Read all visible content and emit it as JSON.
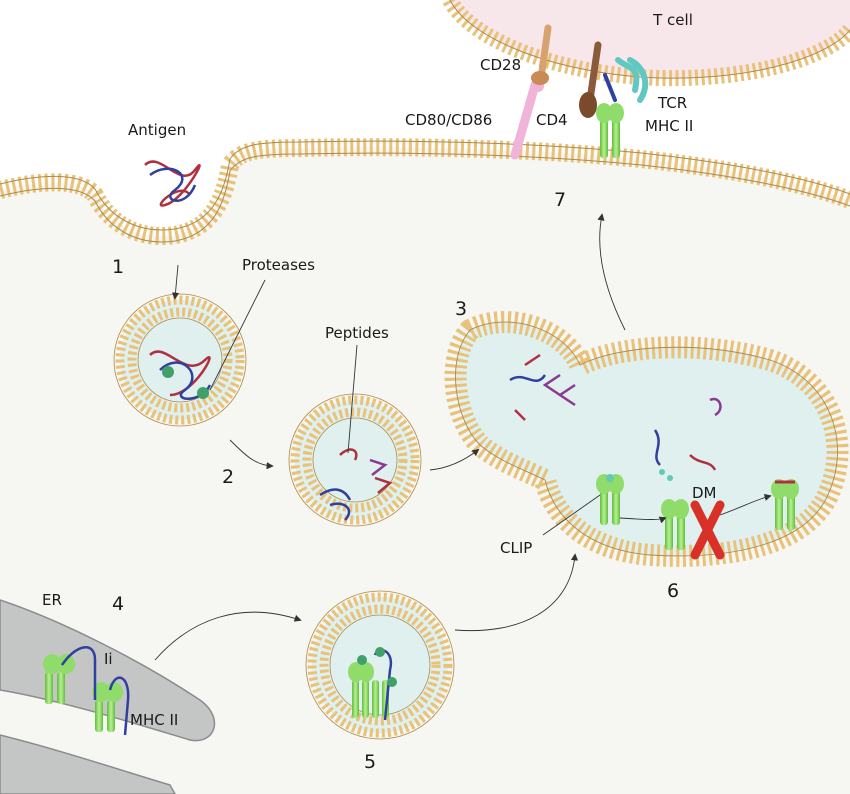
{
  "labels": {
    "t_cell": "T cell",
    "cd28": "CD28",
    "cd80_cd86": "CD80/CD86",
    "cd4": "CD4",
    "tcr": "TCR",
    "mhc2_top": "MHC II",
    "antigen": "Antigen",
    "proteases": "Proteases",
    "peptides": "Peptides",
    "clip": "CLIP",
    "dm": "DM",
    "er": "ER",
    "ii": "Ii",
    "mhc2_er": "MHC II"
  },
  "steps": {
    "s1": "1",
    "s2": "2",
    "s3": "3",
    "s4": "4",
    "s5": "5",
    "s6": "6",
    "s7": "7"
  },
  "colors": {
    "membrane_head": "#e8c27a",
    "membrane_edge": "#b08a45",
    "cytoplasm": "#f6f6f2",
    "vesicle_lumen": "#dff0ef",
    "t_cell_fill": "#f7e6ea",
    "er_fill": "#c4c6c6",
    "mhc_green": "#8fdc6a",
    "clip_teal": "#64c8b4",
    "dm_red": "#d83228",
    "peptide_red": "#b03040",
    "peptide_blue": "#3040a0",
    "peptide_purple": "#8a3a90"
  }
}
